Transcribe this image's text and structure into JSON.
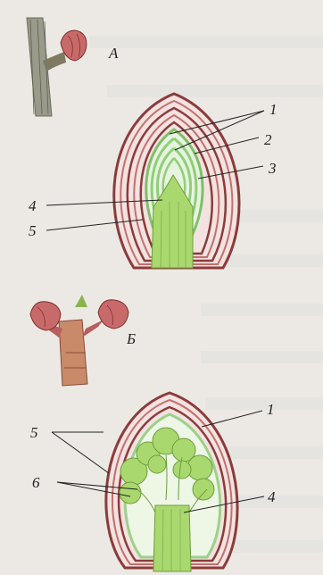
{
  "figure_a": {
    "title": "А",
    "labels": [
      "1",
      "2",
      "3",
      "4",
      "5"
    ]
  },
  "figure_b": {
    "title": "Б",
    "labels": [
      "1",
      "4",
      "5",
      "6"
    ]
  },
  "colors": {
    "scale_outer": "#8c3b3b",
    "scale_inner": "#d98a8a",
    "leaf_green": "#8fcf7a",
    "stem_green": "#a9d86e",
    "bud_red": "#c96a6a",
    "bark": "#8a8a7a"
  }
}
